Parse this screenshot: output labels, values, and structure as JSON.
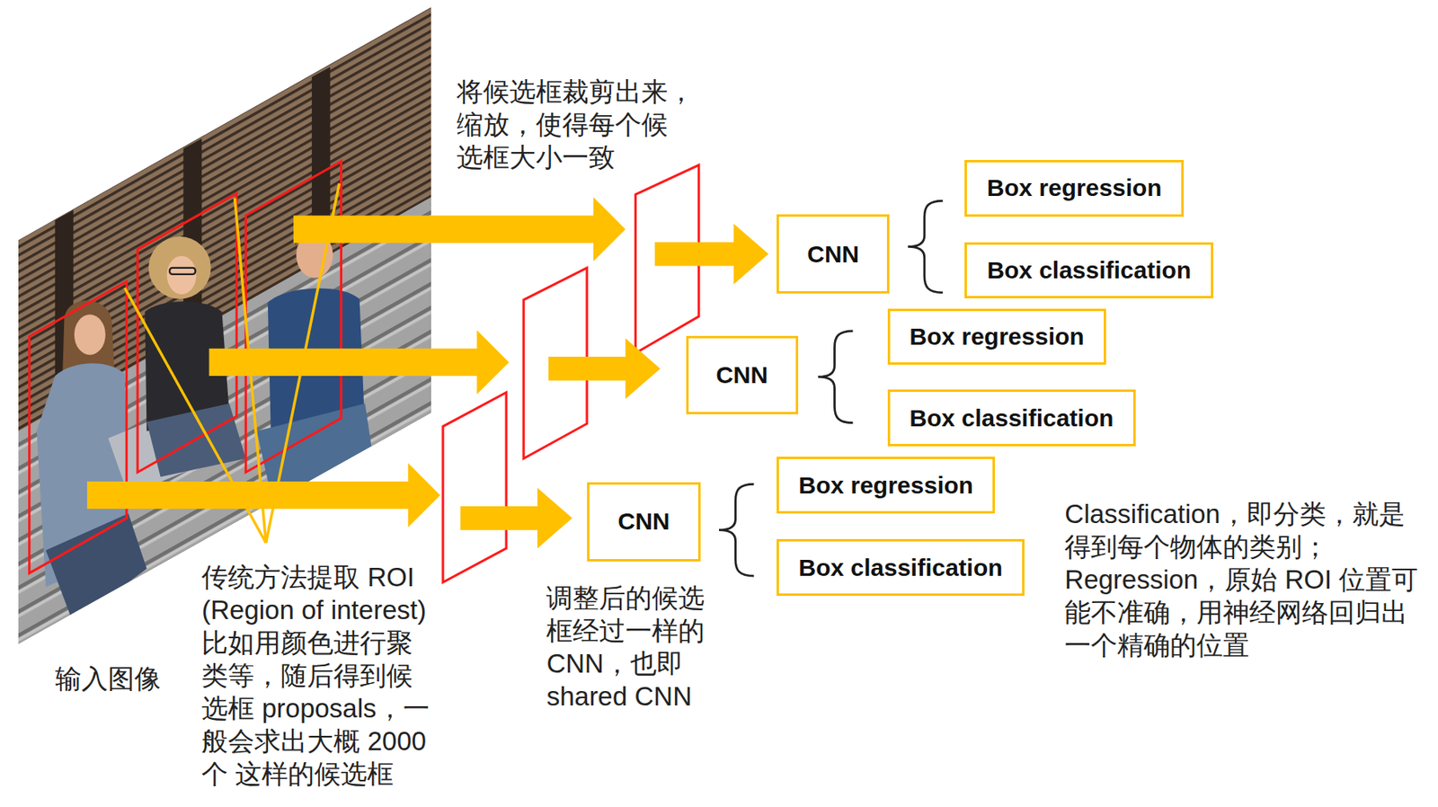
{
  "diagram": {
    "nodes": [
      {
        "text": [
          "CNN"
        ]
      },
      {
        "text": [
          "Box regression"
        ]
      },
      {
        "text": [
          "Box classification"
        ]
      },
      {
        "text": [
          "CNN"
        ]
      },
      {
        "text": [
          "Box regression"
        ]
      },
      {
        "text": [
          "Box classification"
        ]
      },
      {
        "text": [
          "CNN"
        ]
      },
      {
        "text": [
          "Box regression"
        ]
      },
      {
        "text": [
          "Box classification"
        ]
      }
    ],
    "labels": [
      "将候选框裁剪出来， 缩放，使得每个候 选框大小一致",
      "传统方法提取 ROI (Region of interest) 比如用颜色进行聚 类等，随后得到候 选框 proposals，一 般会求出大概 2000 个 这样的候选框",
      "输入图像",
      "调整后的候选 框经过一样的 CNN，也即 shared CNN",
      "Classification，即分类，就是 得到每个物体的类别； Regression，原始 ROI 位置可 能不准确，用神经网络回归出 一个精确的位置"
    ]
  }
}
